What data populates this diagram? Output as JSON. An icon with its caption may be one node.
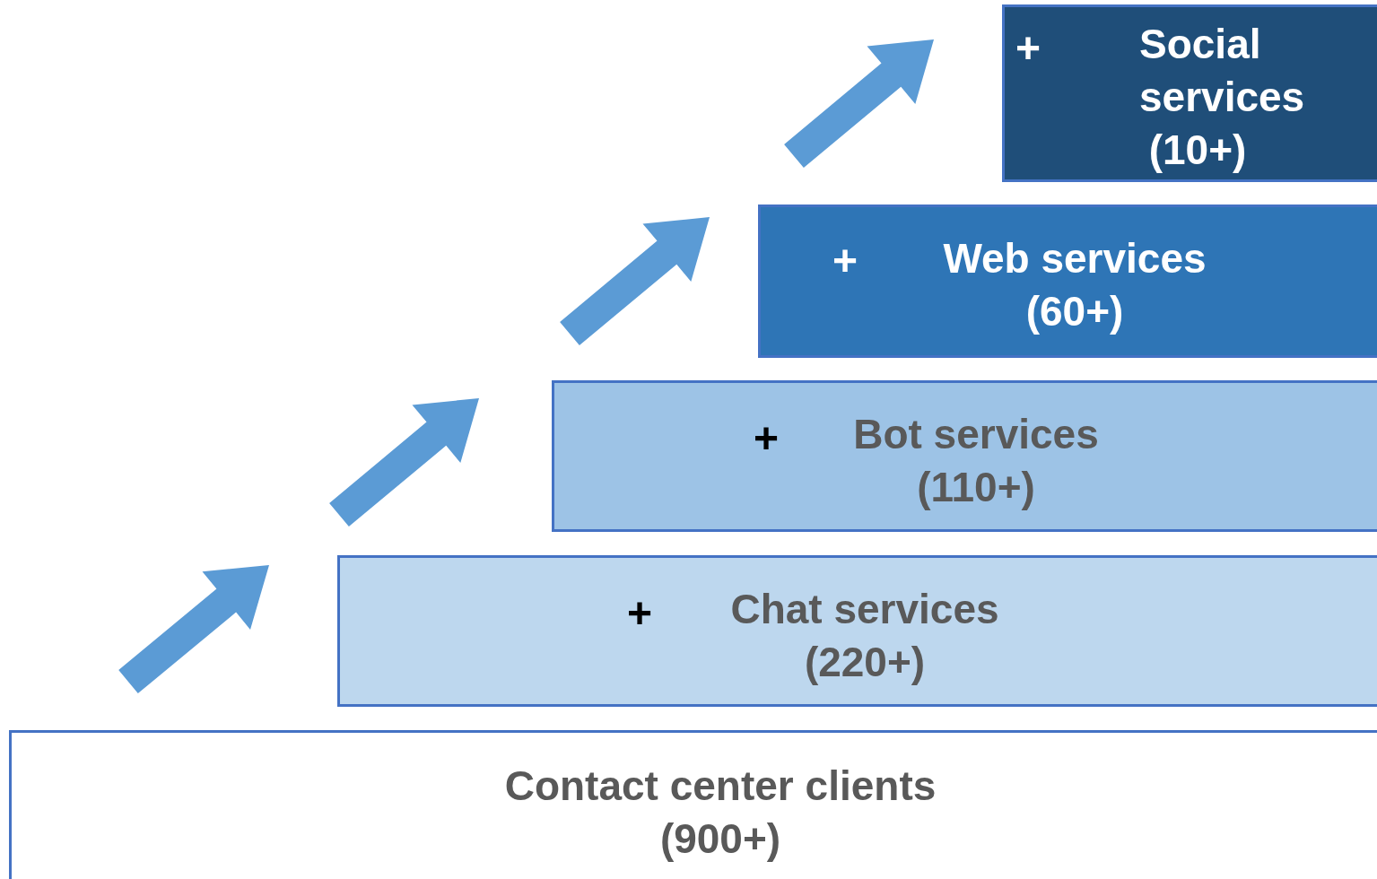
{
  "diagram": {
    "nodes": [
      {
        "text": [
          "Contact center clients",
          "(900+)"
        ]
      },
      {
        "text": [
          "+",
          "Chat services",
          "(220+)"
        ]
      },
      {
        "text": [
          "+",
          "Bot services",
          "(110+)"
        ]
      },
      {
        "text": [
          "+",
          "Web services",
          "(60+)"
        ]
      },
      {
        "text": [
          "+",
          "Social services",
          "(10+)"
        ]
      }
    ]
  }
}
